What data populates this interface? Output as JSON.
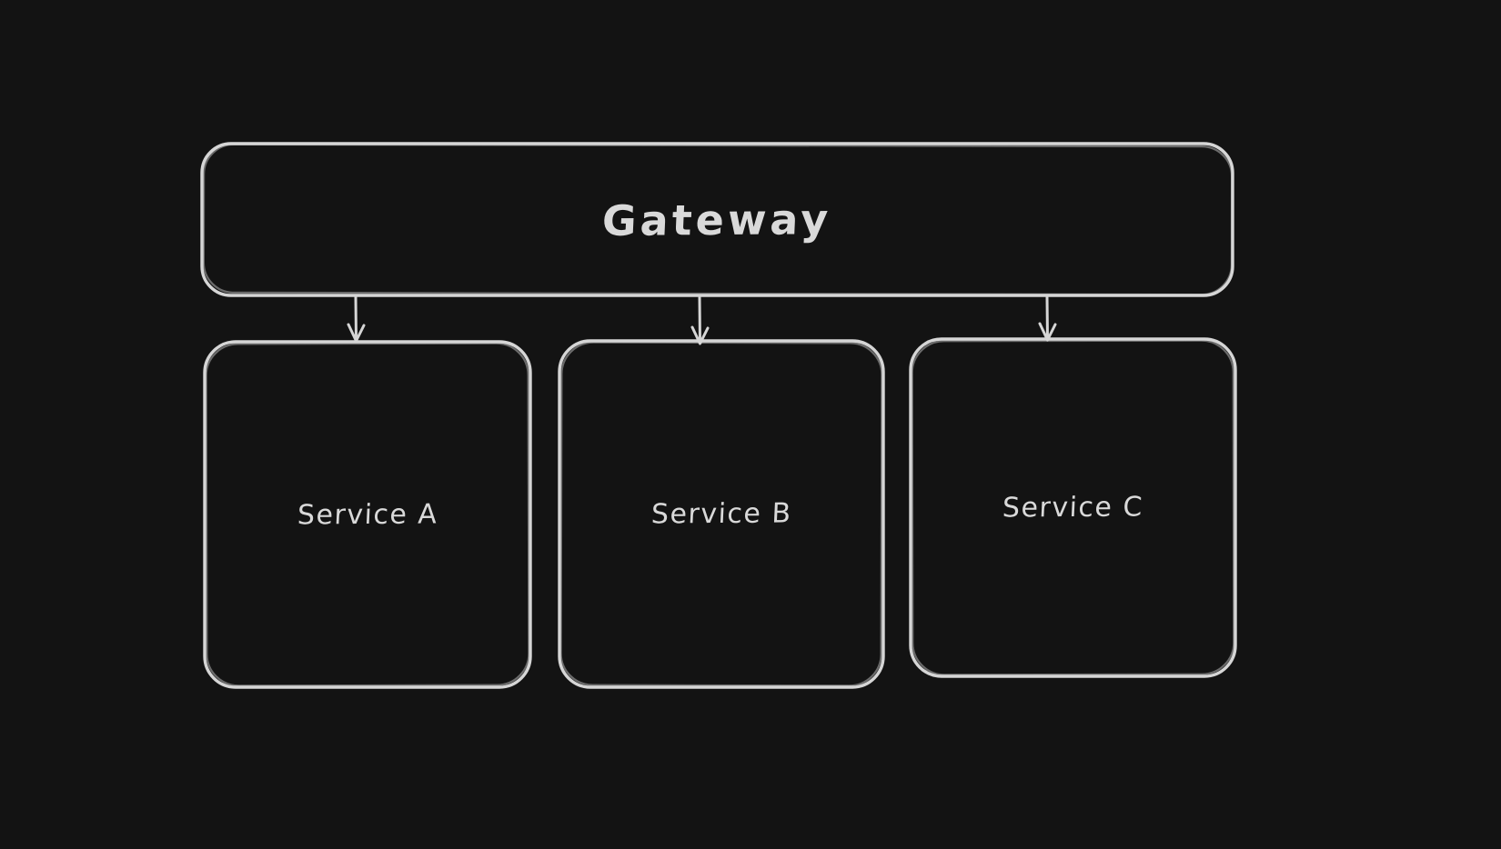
{
  "diagram": {
    "type": "architecture-sketch",
    "theme": "dark",
    "colors": {
      "background": "#131313",
      "stroke": "#d6d6d6",
      "text": "#d9d9d9"
    },
    "nodes": [
      {
        "id": "gateway",
        "label": "Gateway",
        "shape": "rounded-rectangle",
        "row": "top"
      },
      {
        "id": "service-a",
        "label": "Service A",
        "shape": "rounded-rectangle",
        "row": "bottom"
      },
      {
        "id": "service-b",
        "label": "Service B",
        "shape": "rounded-rectangle",
        "row": "bottom"
      },
      {
        "id": "service-c",
        "label": "Service C",
        "shape": "rounded-rectangle",
        "row": "bottom"
      }
    ],
    "edges": [
      {
        "from": "gateway",
        "to": "service-a",
        "style": "arrow-down"
      },
      {
        "from": "gateway",
        "to": "service-b",
        "style": "arrow-down"
      },
      {
        "from": "gateway",
        "to": "service-c",
        "style": "arrow-down"
      }
    ]
  }
}
